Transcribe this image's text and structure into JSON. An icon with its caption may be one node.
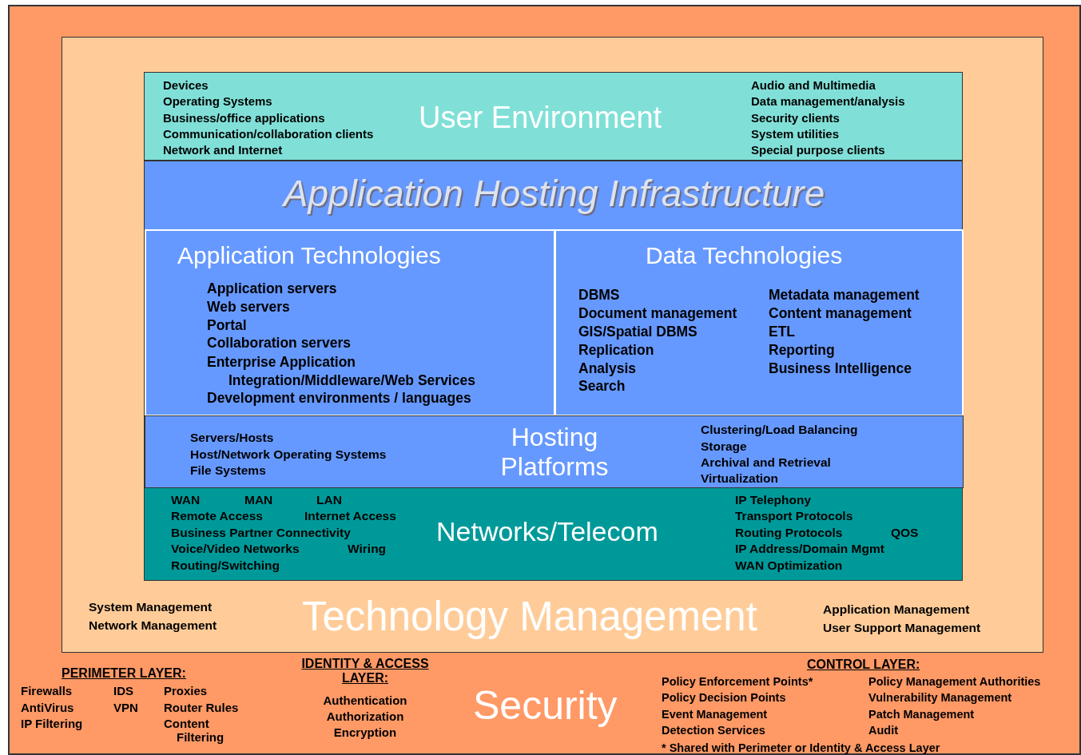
{
  "diagram": {
    "nodes": [
      {
        "text": [
          "PERIMETER LAYER:",
          "Firewalls",
          "IDS",
          "Proxies",
          "AntiVirus",
          "VPN",
          "Router Rules",
          "IP Filtering",
          "Content Filtering",
          "IDENTITY & ACCESS LAYER:",
          "Authentication",
          "Authorization",
          "Encryption",
          "Security",
          "CONTROL LAYER:",
          "Policy Enforcement Points*",
          "Policy Management Authorities",
          "Policy Decision Points",
          "Vulnerability Management",
          "Event Management",
          "Patch Management",
          "Detection Services",
          "Audit",
          "* Shared with Perimeter or Identity & Access Layer"
        ]
      },
      {
        "text": [
          "System Management",
          "Network Management",
          "Technology Management",
          "Application Management",
          "User Support Management"
        ],
        "in": 0
      },
      {
        "text": [
          "Devices",
          "Operating Systems",
          "Business/office applications",
          "Communication/collaboration clients",
          "Network and Internet",
          "User Environment",
          "Audio and Multimedia",
          "Data management/analysis",
          "Security clients",
          "System utilities",
          "Special purpose clients"
        ],
        "in": 1
      },
      {
        "text": [
          "Application Hosting Infrastructure"
        ],
        "in": 1
      },
      {
        "text": [
          "Application Technologies",
          "Application servers",
          "Web servers",
          "Portal",
          "Collaboration servers",
          "Enterprise Application Integration/Middleware/Web Services",
          "Development environments / languages"
        ],
        "in": 3
      },
      {
        "text": [
          "Data Technologies",
          "DBMS",
          "Document management",
          "GIS/Spatial DBMS",
          "Replication",
          "Analysis",
          "Search",
          "Metadata management",
          "Content management",
          "ETL",
          "Reporting",
          "Business Intelligence"
        ],
        "in": 3
      },
      {
        "text": [
          "Servers/Hosts",
          "Host/Network Operating Systems",
          "File Systems",
          "Hosting Platforms",
          "Clustering/Load Balancing",
          "Storage",
          "Archival and Retrieval",
          "Virtualization"
        ],
        "in": 3
      },
      {
        "text": [
          "WAN",
          "MAN",
          "LAN",
          "Remote Access",
          "Internet Access",
          "Business Partner Connectivity",
          "Voice/Video Networks",
          "Wiring",
          "Routing/Switching",
          "Networks/Telecom",
          "IP Telephony",
          "Transport Protocols",
          "Routing Protocols",
          "QOS",
          "IP Address/Domain Mgmt",
          "WAN Optimization"
        ],
        "in": 1
      }
    ]
  }
}
